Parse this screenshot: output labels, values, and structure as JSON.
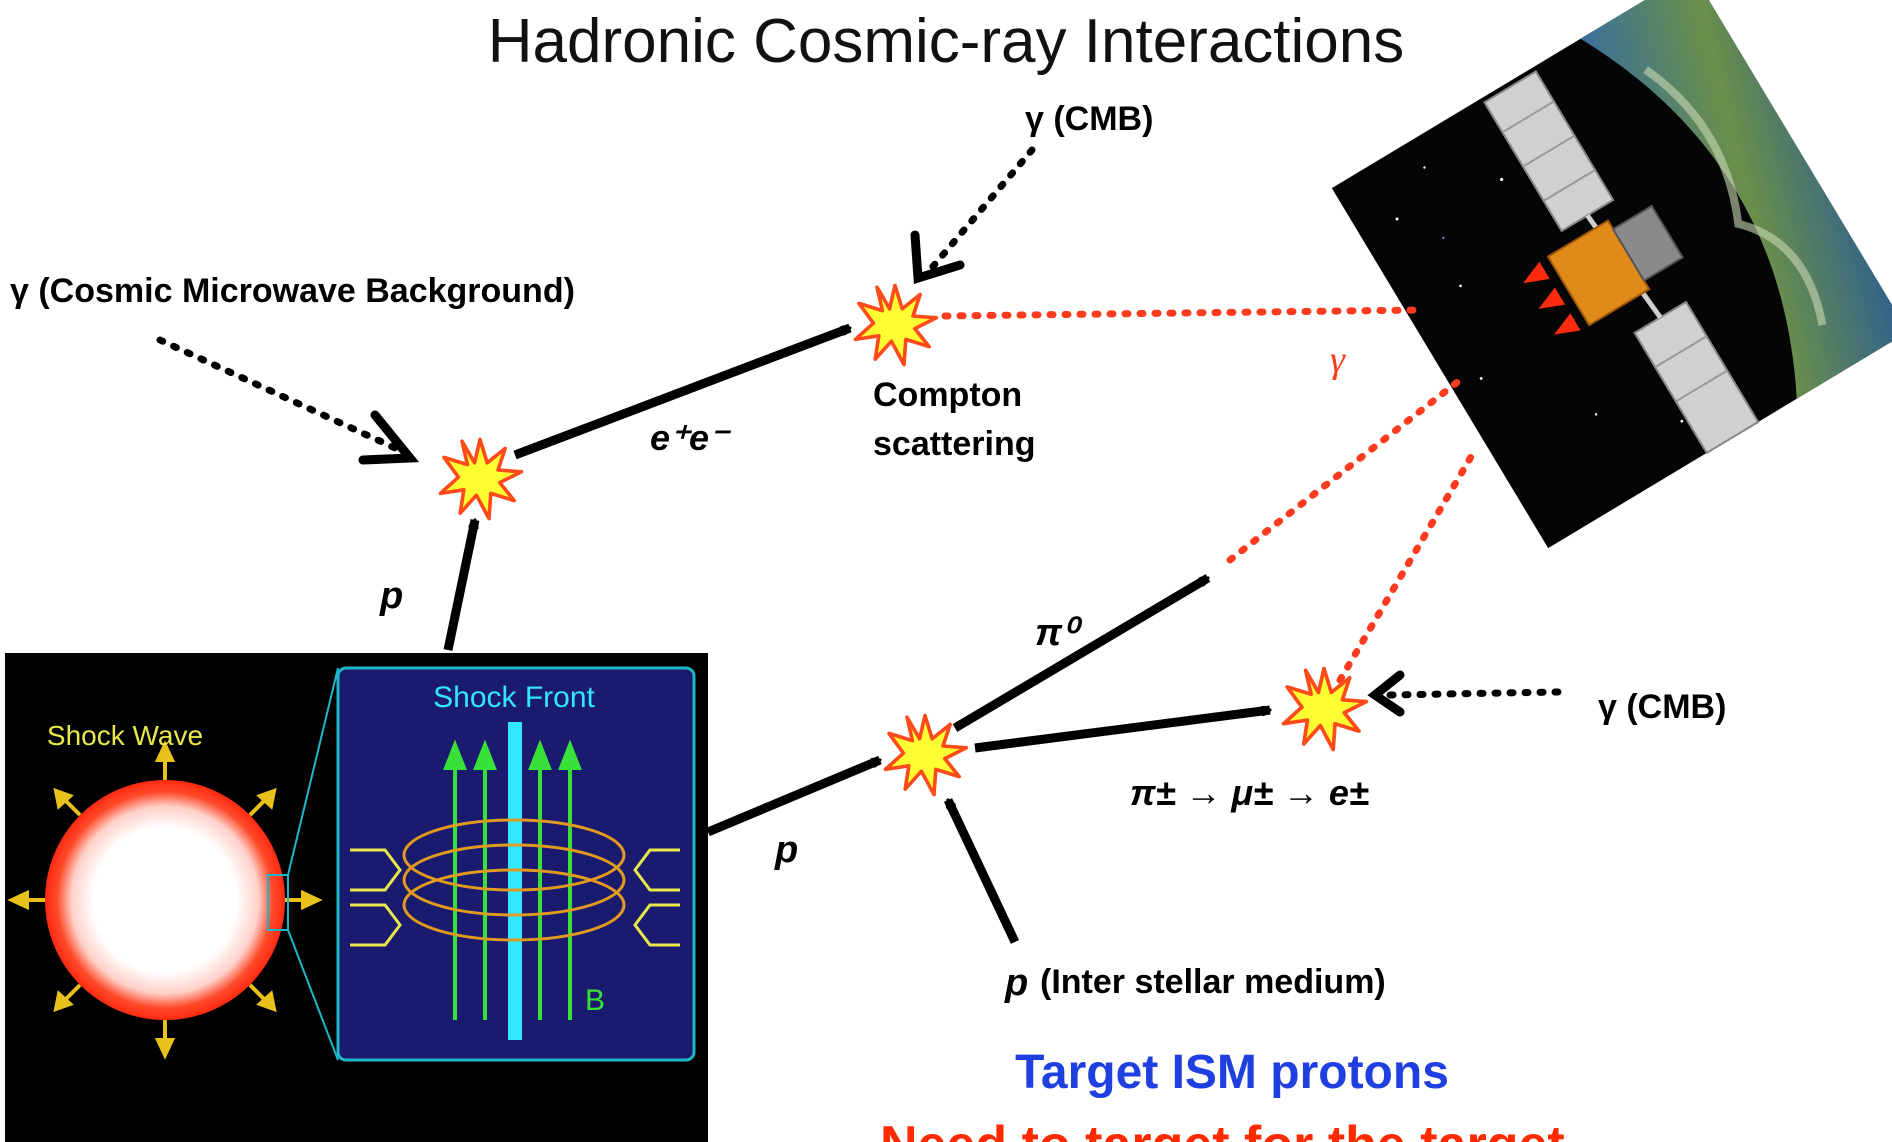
{
  "title": "Hadronic Cosmic-ray Interactions",
  "labels": {
    "gamma_cmb_top": "γ (CMB)",
    "gamma_cmb_left": "γ (Cosmic Microwave Background)",
    "ee": "e⁺e⁻",
    "compton_line1": "Compton",
    "compton_line2": "scattering",
    "gamma_red": "γ",
    "p_vertical": "p",
    "pi0": "π⁰",
    "gamma_cmb_right": "γ (CMB)",
    "pion_chain": "π± → μ± → e±",
    "p_lower": "p",
    "p_ism_symbol": "p",
    "p_ism_text": "(Inter stellar medium)",
    "target_line1": "Target ISM protons",
    "target_line2": "Need to target for the target"
  },
  "inset": {
    "shock_wave": "Shock Wave",
    "shock_front": "Shock Front",
    "b_field": "B"
  },
  "colors": {
    "black_arrow": "#000000",
    "gamma_red": "#ff3b1f",
    "target_blue": "#1f3fe0",
    "target_red": "#ff2a00",
    "star_fill": "#ffff33",
    "star_stroke": "#ff4a1a",
    "inset_panel": "#1a1a6e",
    "inset_border": "#1fb7c8",
    "shock_front_bar": "#33e6ff",
    "field_line": "#3ae03a",
    "loop": "#e09a20",
    "shock_wave_text": "#e8e84a"
  },
  "icons": [
    "star-burst-icon",
    "satellite-image",
    "shock-wave-sphere",
    "arrow-icon"
  ]
}
